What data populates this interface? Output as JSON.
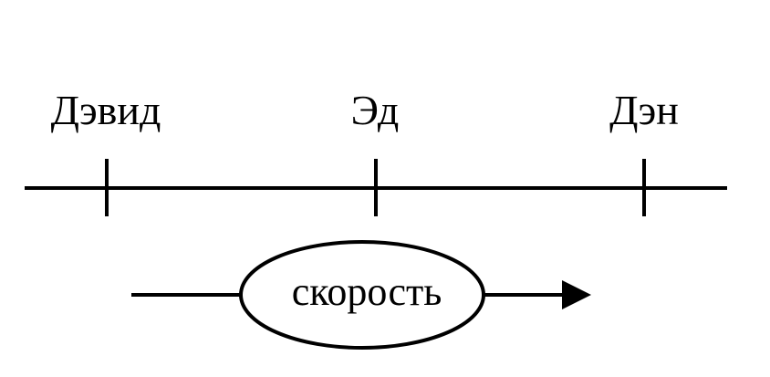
{
  "diagram": {
    "people": [
      {
        "name": "Дэвид"
      },
      {
        "name": "Эд"
      },
      {
        "name": "Дэн"
      }
    ],
    "velocity_label": "скорость"
  },
  "colors": {
    "stroke": "#000000",
    "background": "#ffffff"
  },
  "icons": {
    "velocity_direction": "arrow-right-icon"
  }
}
